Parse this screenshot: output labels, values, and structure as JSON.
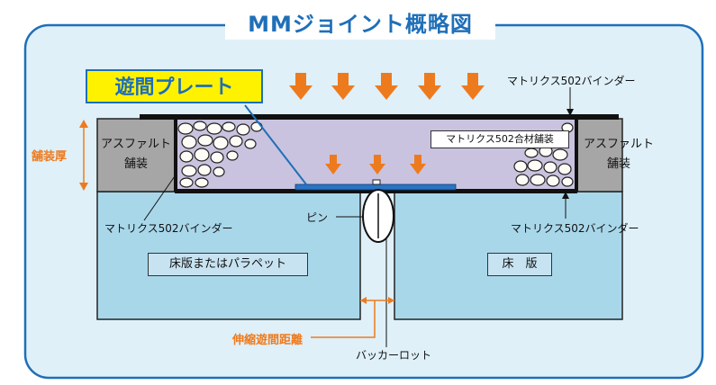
{
  "title": "MMジョイント概略図",
  "callout": "遊間プレート",
  "material_label": "マトリクス502合材舗装",
  "binder_top": "マトリクス502バインダー",
  "binder_left": "マトリクス502バインダー",
  "binder_right": "マトリクス502バインダー",
  "asphalt_left": [
    "アスファルト",
    "舗装"
  ],
  "asphalt_right": [
    "アスファルト",
    "舗装"
  ],
  "pavement_thickness": "舗装厚",
  "pin": "ピン",
  "slab_left": "床版またはパラペット",
  "slab_right": "床　版",
  "gap_distance": "伸縮遊間距離",
  "backer_rod": "バッカーロット",
  "colors": {
    "frame_border": "#1f6fb8",
    "frame_fill": "#dff0f8",
    "slab": "#a9d7ea",
    "material": "#c9c3df",
    "asphalt": "#a6a6a6",
    "arrow": "#ee7a1e",
    "plate": "#2b74c4"
  }
}
